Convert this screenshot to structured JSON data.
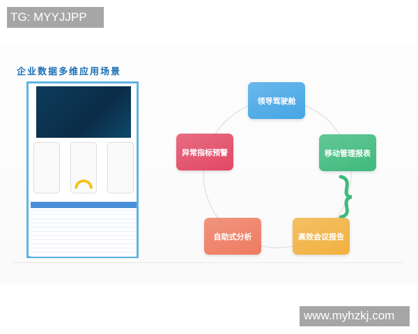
{
  "watermark_top": "TG: MYYJJPP",
  "watermark_bottom": "www.myhzkj.com",
  "title": "企业数据多维应用场景",
  "nodes": [
    {
      "label": "领导驾驶舱",
      "color": "#45a6e6"
    },
    {
      "label": "移动管理报表",
      "color": "#3fba7d"
    },
    {
      "label": "高效会议报告",
      "color": "#f2b13e"
    },
    {
      "label": "自助式分析",
      "color": "#ee7b60"
    },
    {
      "label": "异常指标预警",
      "color": "#e24864"
    }
  ],
  "bracket_color": "#3fba7d"
}
